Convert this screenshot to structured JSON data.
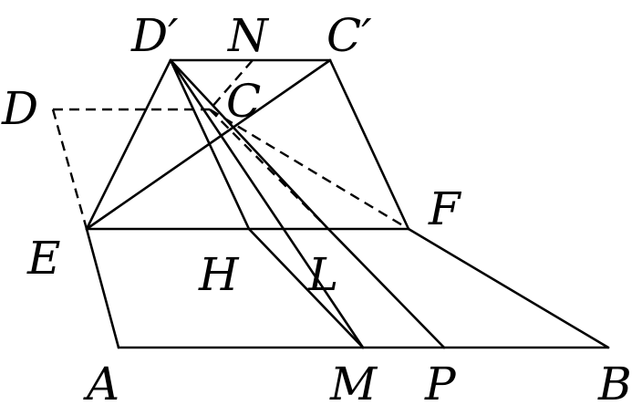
{
  "diagram": {
    "point_labels": {
      "D_prime": "D′",
      "N": "N",
      "C_prime": "C′",
      "D": "D",
      "C": "C",
      "F": "F",
      "E": "E",
      "H": "H",
      "L": "L",
      "A": "A",
      "M": "M",
      "P": "P",
      "B": "B"
    },
    "solid_segments": [
      [
        "A",
        "M"
      ],
      [
        "M",
        "P"
      ],
      [
        "P",
        "B"
      ],
      [
        "A",
        "E"
      ],
      [
        "F",
        "B"
      ],
      [
        "E",
        "F"
      ],
      [
        "D_prime",
        "C_prime"
      ],
      [
        "D_prime",
        "E"
      ],
      [
        "C_prime",
        "F"
      ],
      [
        "E",
        "C_prime"
      ],
      [
        "D_prime",
        "H"
      ],
      [
        "H",
        "M"
      ],
      [
        "D_prime",
        "M"
      ],
      [
        "D_prime",
        "L"
      ],
      [
        "L",
        "P"
      ]
    ],
    "dashed_segments": [
      [
        "D",
        "C"
      ],
      [
        "D",
        "E"
      ],
      [
        "N",
        "C"
      ],
      [
        "C",
        "L"
      ],
      [
        "C",
        "F"
      ]
    ]
  }
}
